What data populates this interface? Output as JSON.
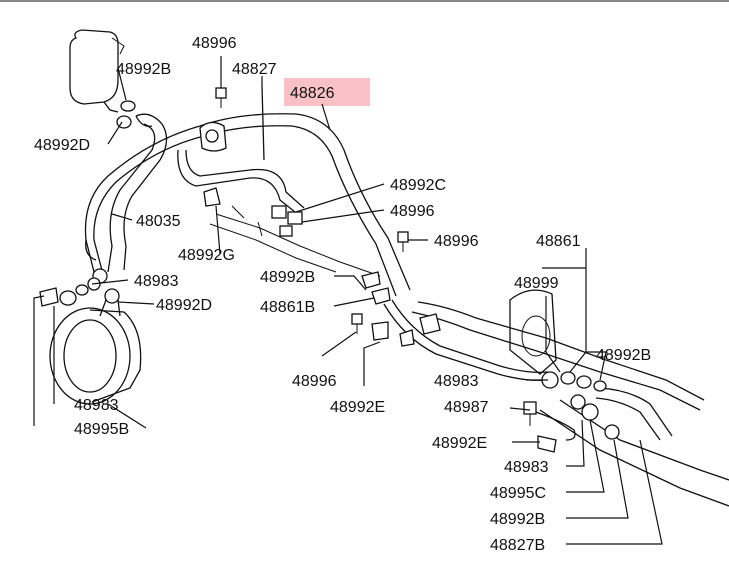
{
  "diagram": {
    "highlighted_part": "48826",
    "highlight_color": "#f7b6bc",
    "line_color": "#111111",
    "labels": {
      "p48996_top": "48996",
      "p48992B_tl": "48992B",
      "p48827": "48827",
      "p48826": "48826",
      "p48992D_tl": "48992D",
      "p48992C": "48992C",
      "p48996_mid": "48996",
      "p48035": "48035",
      "p48996_right": "48996",
      "p48861_top": "48861",
      "p48992G": "48992G",
      "p48983_left": "48983",
      "p48992B_mid": "48992B",
      "p48999": "48999",
      "p48992D_left": "48992D",
      "p48861B": "48861B",
      "p48992B_right": "48992B",
      "p48996_bottom": "48996",
      "p48983_mid": "48983",
      "p48983_low": "48983",
      "p48992E_mid": "48992E",
      "p48987": "48987",
      "p48995B": "48995B",
      "p48992E_low": "48992E",
      "p48983_btm": "48983",
      "p48995C": "48995C",
      "p48992B_btm": "48992B",
      "p48827B": "48827B"
    }
  }
}
